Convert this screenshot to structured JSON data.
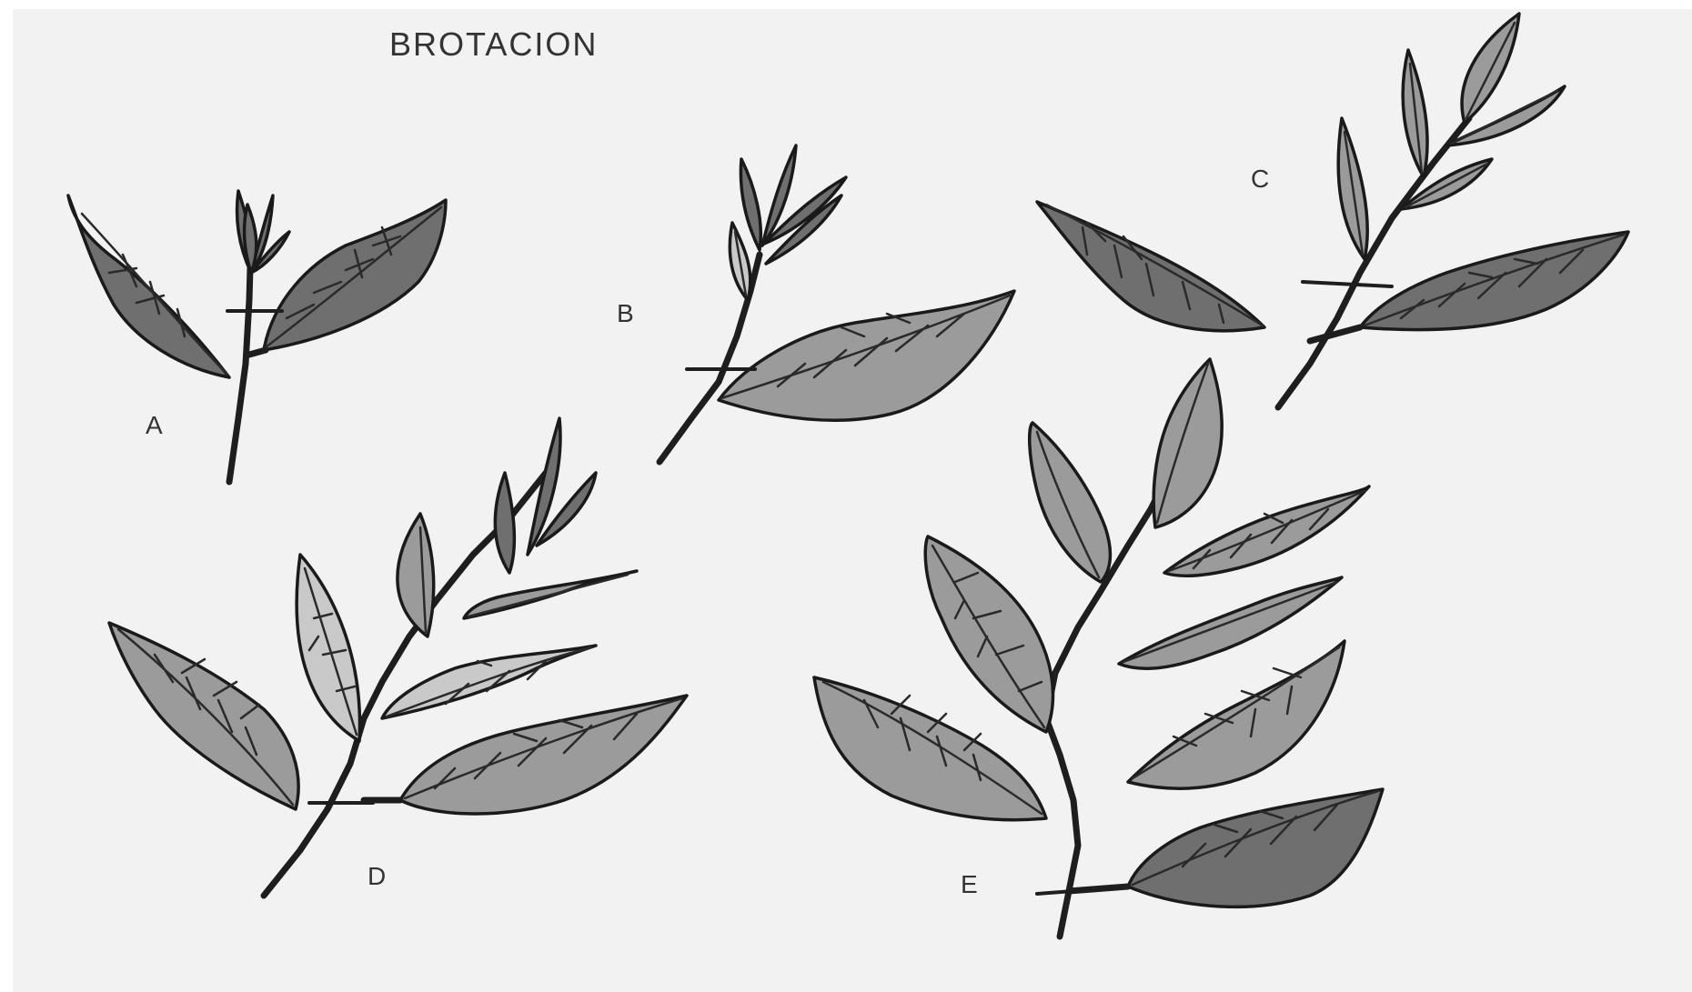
{
  "figure": {
    "title": "BROTACION",
    "labels": {
      "a": "A",
      "b": "B",
      "c": "C",
      "d": "D",
      "e": "E"
    }
  },
  "colors": {
    "paper": "#f2f2f2",
    "ink": "#1e1e1e",
    "leaf_shade": "#9b9b9b"
  }
}
